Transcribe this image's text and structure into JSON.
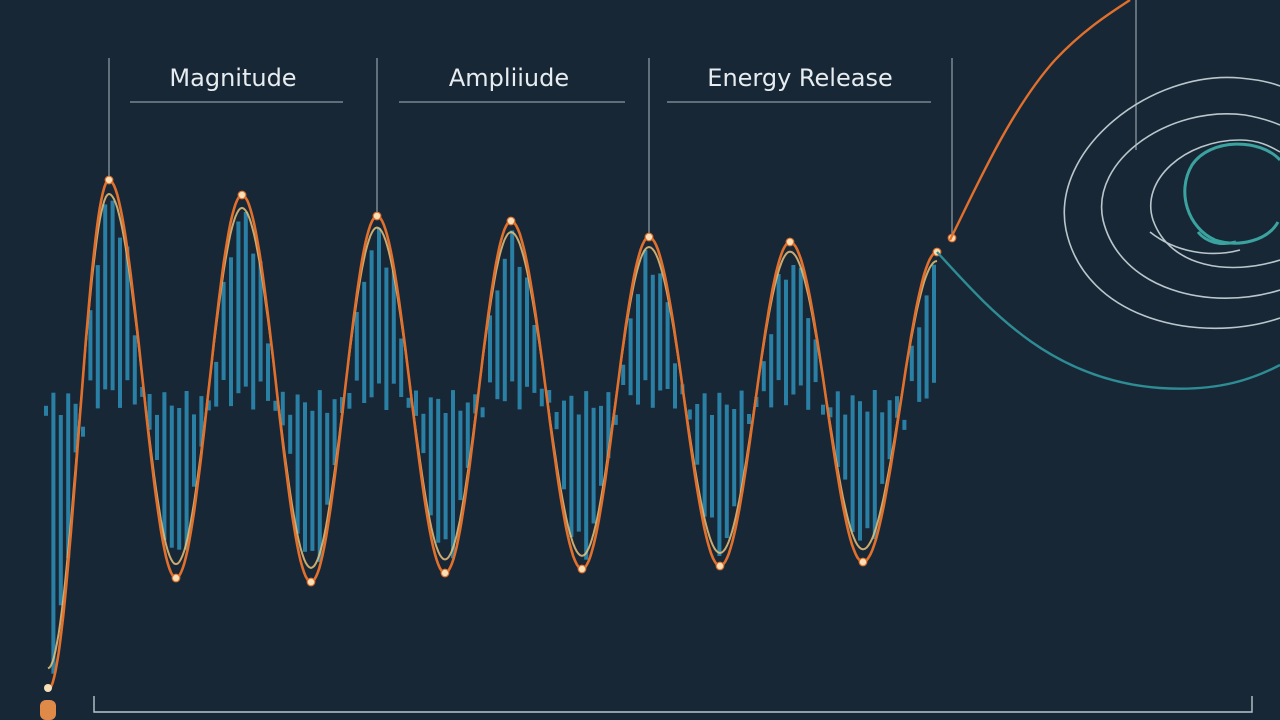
{
  "labels": {
    "magnitude": "Magnitude",
    "amplitude": "Ampliiude",
    "energy_release": "Energy Release"
  },
  "colors": {
    "background": "#182736",
    "wave_outline": "#e2702d",
    "wave_inner": "#e9c37a",
    "bars": "#2a7fa4",
    "spiral": "#b9c7cc",
    "spiral_inner": "#3aa3a0",
    "teal_curve": "#2e8c95",
    "leader_lines": "#8a98a2",
    "peak_dot": "#f7dfb8"
  },
  "icons": {
    "spiral": "spiral-rings-icon",
    "marker": "start-marker-icon"
  }
}
